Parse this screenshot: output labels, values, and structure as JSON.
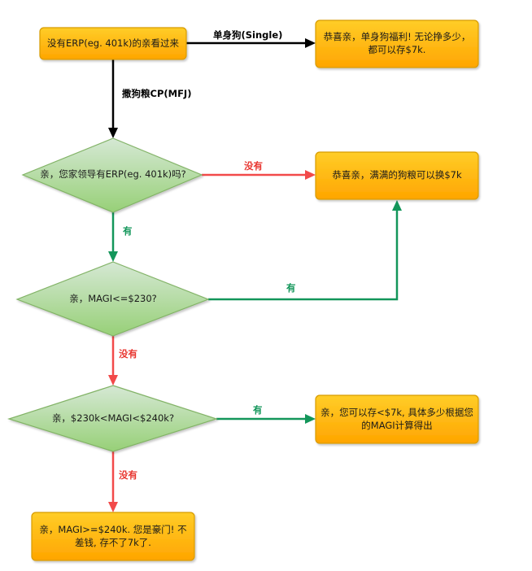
{
  "colors": {
    "box_fill_top": "#FFCD28",
    "box_fill_bottom": "#FFA500",
    "box_stroke": "#D79B00",
    "diamond_fill_top": "#D5E8D4",
    "diamond_fill_bottom": "#97D077",
    "diamond_stroke": "#82B366",
    "arrow_black": "#000000",
    "arrow_red": "#F24A4A",
    "arrow_green": "#13965A",
    "label_red": "#E8352F",
    "label_green": "#13965A"
  },
  "nodes": {
    "start": "没有ERP(eg. 401k)的亲看过来",
    "single": "恭喜亲，单身狗福利! 无论挣多少，都可以存$7k.",
    "q_spouse_erp": "亲，您家领导有ERP(eg. 401k)吗?",
    "full_7k": "恭喜亲，满满的狗粮可以换$7k",
    "q_magi_230": "亲，MAGI<=$230?",
    "q_magi_range": "亲，$230k<MAGI<$240k?",
    "partial": "亲，您可以存<$7k, 具体多少根据您的MAGI计算得出",
    "rich": "亲，MAGI>=$240k. 您是豪门! 不差钱, 存不了7k了."
  },
  "edges": {
    "single_label": "单身狗(Single)",
    "mfj_label": "撒狗粮CP(MFJ)",
    "no_erp_label": "没有",
    "has_erp_label": "有",
    "magi_yes_label": "有",
    "magi_no_label": "没有",
    "range_yes_label": "有",
    "range_no_label": "没有"
  }
}
